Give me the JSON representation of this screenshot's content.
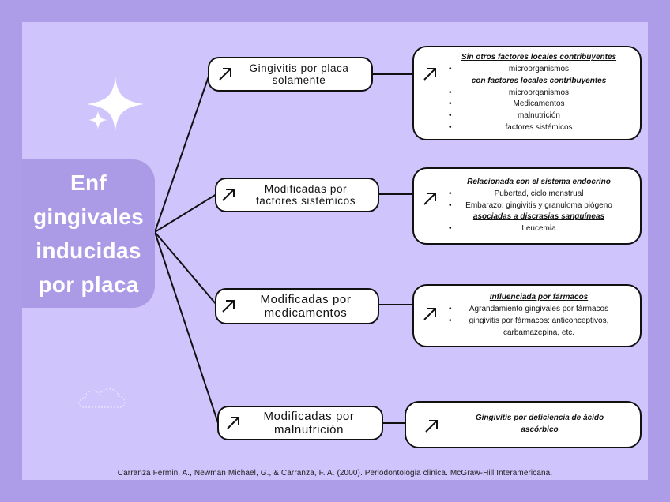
{
  "title": "Enf\ngingivales\ninducidas\npor placa",
  "branches": [
    {
      "label": "Gingivitis por placa\nsolamente",
      "detail": [
        {
          "type": "header",
          "text": "Sin otros factores locales contribuyentes"
        },
        {
          "type": "bullet",
          "text": "microorganismos"
        },
        {
          "type": "header",
          "text": "con factores locales contribuyentes"
        },
        {
          "type": "bullet",
          "text": "microorganismos"
        },
        {
          "type": "bullet",
          "text": "Medicamentos"
        },
        {
          "type": "bullet",
          "text": "malnutrición"
        },
        {
          "type": "bullet",
          "text": "factores sistémicos"
        }
      ]
    },
    {
      "label": "Modificadas por\nfactores sistémicos",
      "detail": [
        {
          "type": "header",
          "text": "Relacionada con el sistema endocrino"
        },
        {
          "type": "bullet",
          "text": "Pubertad, ciclo menstrual"
        },
        {
          "type": "bullet",
          "text": "Embarazo: gingivitis y granuloma piógeno"
        },
        {
          "type": "header",
          "text": "asociadas a discrasias sanguíneas"
        },
        {
          "type": "bullet",
          "text": "Leucemia"
        }
      ]
    },
    {
      "label": "Modificadas por\nmedicamentos",
      "detail": [
        {
          "type": "header",
          "text": "Influenciada por fármacos"
        },
        {
          "type": "bullet",
          "text": "Agrandamiento gingivales por fármacos"
        },
        {
          "type": "bullet",
          "text": "gingivitis por fármacos: anticonceptivos,"
        },
        {
          "type": "plain",
          "text": "carbamazepina, etc."
        }
      ]
    },
    {
      "label": "Modificadas por\nmalnutrición",
      "detail": [
        {
          "type": "header",
          "text": "Gingivitis por deficiencia de ácido\nascórbico"
        }
      ]
    }
  ],
  "citation": "Carranza Fermin, A., Newman Michael, G., & Carranza, F. A. (2000). Periodontologia clinica. McGraw-Hill Interamericana.",
  "colors": {
    "background": "#ad9de9",
    "panel": "#cfc4fb",
    "title_box": "#ab9ae6",
    "stroke": "#111111"
  },
  "icons": [
    "diagonal-arrow-icon",
    "sparkle-icon",
    "cloud-icon"
  ]
}
